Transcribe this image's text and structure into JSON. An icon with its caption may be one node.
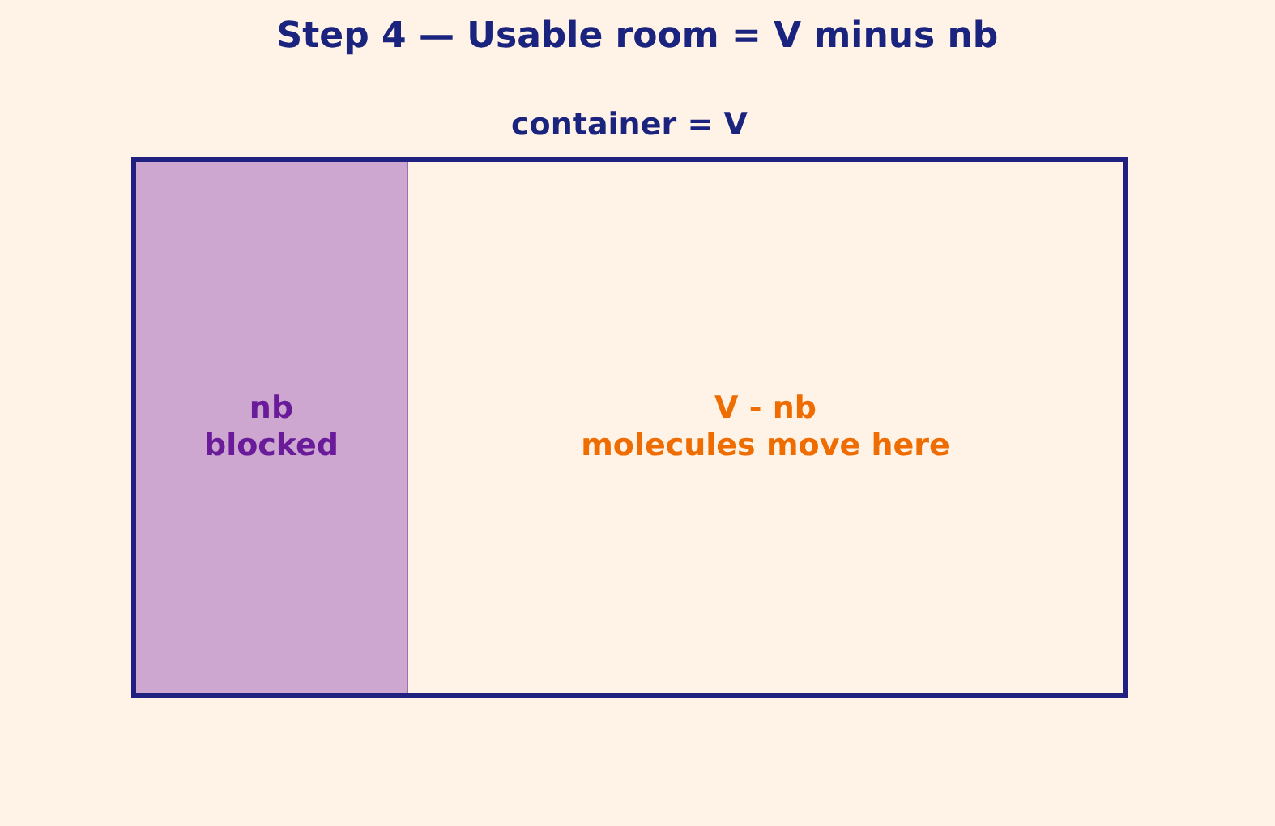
{
  "diagram": {
    "title": "Step 4 — Usable room = V minus nb",
    "nodes": [
      {
        "text": [
          "container = V"
        ]
      },
      {
        "text": [
          "nb",
          "blocked"
        ],
        "in": 0
      },
      {
        "text": [
          "V - nb",
          "molecules move here"
        ],
        "in": 0
      }
    ],
    "edges": []
  }
}
